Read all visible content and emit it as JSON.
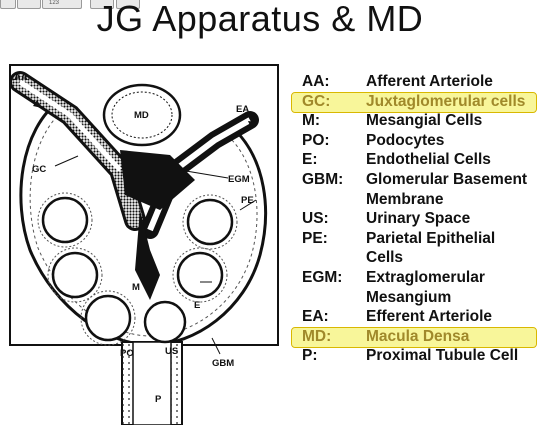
{
  "title": "JG Apparatus & MD",
  "toolbar": {
    "counter_label": "123"
  },
  "diagram_labels": {
    "aa": "AA",
    "md": "MD",
    "ea": "EA",
    "gc": "GC",
    "egm": "EGM",
    "pe": "PE",
    "m": "M",
    "e": "E",
    "po": "PO",
    "us": "US",
    "gbm": "GBM",
    "p": "P"
  },
  "legend": [
    {
      "abbr": "AA:",
      "desc": "Afferent Arteriole",
      "highlight": false
    },
    {
      "abbr": "GC:",
      "desc": "Juxtaglomerular cells",
      "highlight": true
    },
    {
      "abbr": "M:",
      "desc": "Mesangial Cells",
      "highlight": false
    },
    {
      "abbr": "PO:",
      "desc": "Podocytes",
      "highlight": false
    },
    {
      "abbr": "E:",
      "desc": "Endothelial Cells",
      "highlight": false
    },
    {
      "abbr": "GBM:",
      "desc": "Glomerular Basement",
      "highlight": false
    },
    {
      "abbr": "",
      "desc": "Membrane",
      "highlight": false
    },
    {
      "abbr": "US:",
      "desc": "Urinary Space",
      "highlight": false
    },
    {
      "abbr": "PE:",
      "desc": "Parietal Epithelial",
      "highlight": false
    },
    {
      "abbr": "",
      "desc": "Cells",
      "highlight": false
    },
    {
      "abbr": "EGM:",
      "desc": "Extraglomerular",
      "highlight": false
    },
    {
      "abbr": "",
      "desc": "Mesangium",
      "highlight": false
    },
    {
      "abbr": "EA:",
      "desc": "Efferent Arteriole",
      "highlight": false
    },
    {
      "abbr": "MD:",
      "desc": "Macula Densa",
      "highlight": true
    },
    {
      "abbr": "P:",
      "desc": "Proximal Tubule Cell",
      "highlight": false
    }
  ],
  "colors": {
    "highlight_fill": "#f8f69a",
    "highlight_border": "#d9b800",
    "highlight_text": "#a0892a"
  }
}
